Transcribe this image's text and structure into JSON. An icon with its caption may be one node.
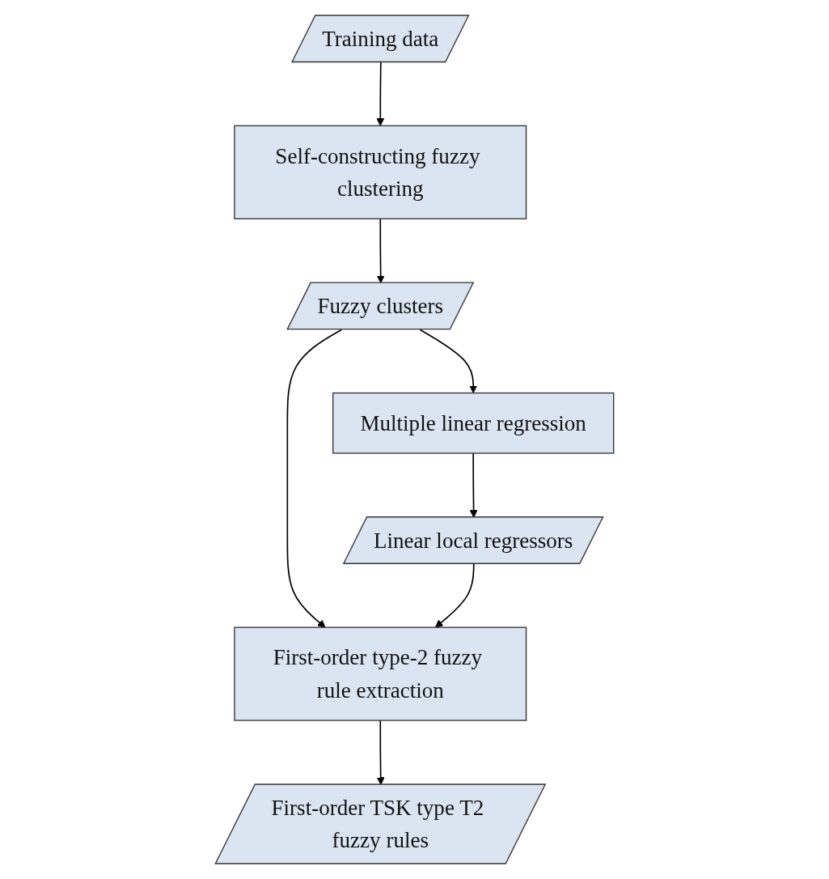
{
  "diagram": {
    "nodes": [
      {
        "text": [
          "Training data"
        ]
      },
      {
        "text": [
          "Self-constructing fuzzy clustering"
        ]
      },
      {
        "text": [
          "Fuzzy clusters"
        ]
      },
      {
        "text": [
          "Multiple linear regression"
        ]
      },
      {
        "text": [
          "First-order type-2 fuzzy rule extraction"
        ]
      },
      {
        "text": [
          "Linear local regressors"
        ]
      },
      {
        "text": [
          "First-order TSK type T2 fuzzy rules"
        ]
      }
    ],
    "edges": [
      {
        "from": 0,
        "to": 1,
        "arrow": "to"
      },
      {
        "from": 1,
        "to": 2,
        "arrow": "to"
      },
      {
        "from": 2,
        "to": 3,
        "arrow": "to"
      },
      {
        "from": 2,
        "to": 4,
        "arrow": "to"
      },
      {
        "from": 3,
        "to": 5,
        "arrow": "to"
      },
      {
        "from": 5,
        "to": 4,
        "arrow": "to"
      },
      {
        "from": 4,
        "to": 6,
        "arrow": "to"
      }
    ]
  }
}
